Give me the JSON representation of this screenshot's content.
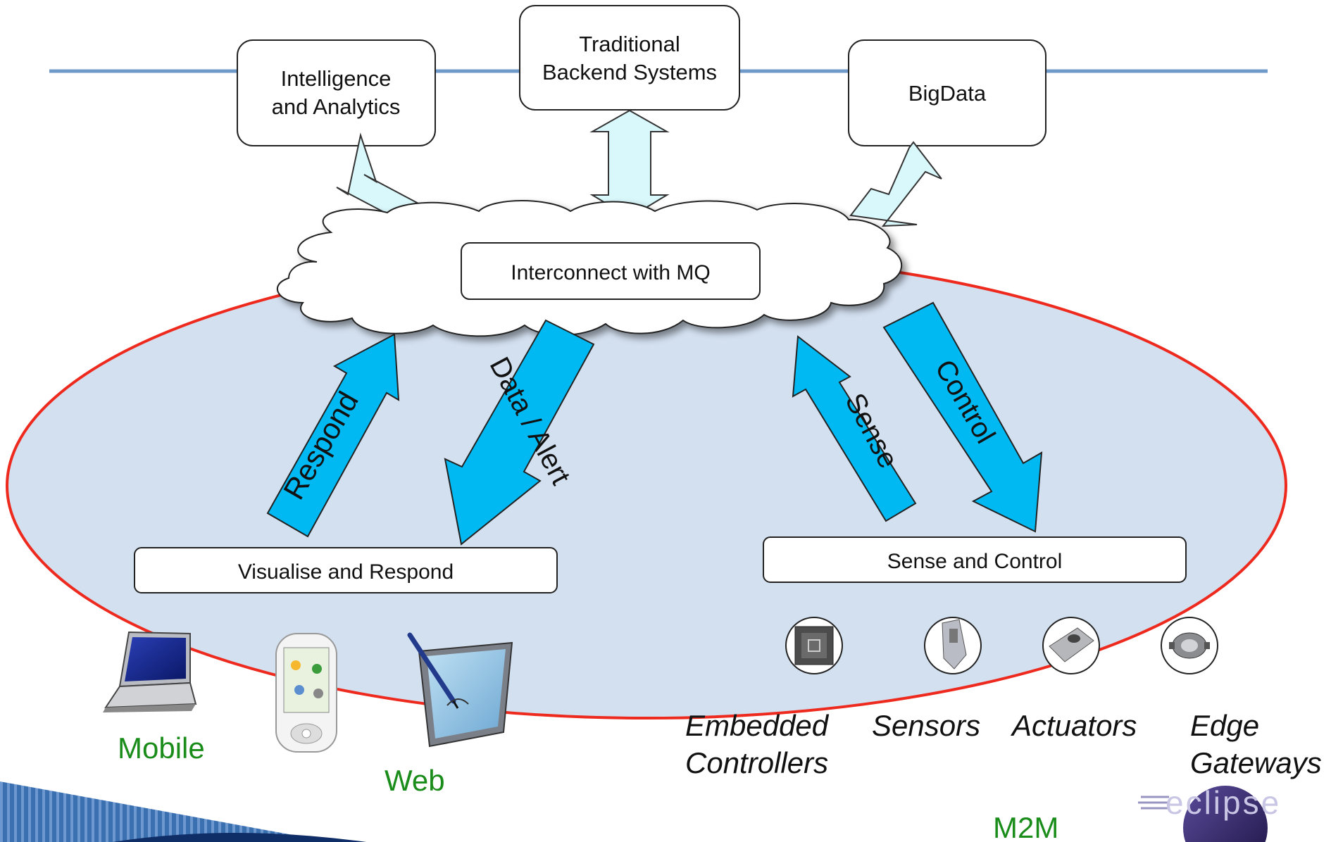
{
  "boxes": {
    "intelligence": [
      "Intelligence",
      "and Analytics"
    ],
    "backend": [
      "Traditional",
      "Backend Systems"
    ],
    "bigdata": "BigData",
    "interconnect": "Interconnect with MQ",
    "visualise": "Visualise and Respond",
    "sense_control": "Sense and Control"
  },
  "arrows": {
    "respond": "Respond",
    "data_alert": "Data / Alert",
    "sense": "Sense",
    "control": "Control"
  },
  "devices": {
    "mobile": "Mobile",
    "web": "Web"
  },
  "m2m_labels": {
    "embedded": [
      "Embedded",
      "Controllers"
    ],
    "sensors": "Sensors",
    "actuators": "Actuators",
    "edge": [
      "Edge",
      "Gateways"
    ],
    "m2m": "M2M"
  },
  "logo": {
    "text": "eclipse"
  },
  "colors": {
    "bus_line": "#6f99c9",
    "ellipse_fill": "#d3e0f0",
    "ellipse_stroke": "#ee2a1f",
    "light_arrow": "#d9f8fb",
    "blue_arrow": "#00b8f2",
    "green_label": "#1a8c1a"
  }
}
